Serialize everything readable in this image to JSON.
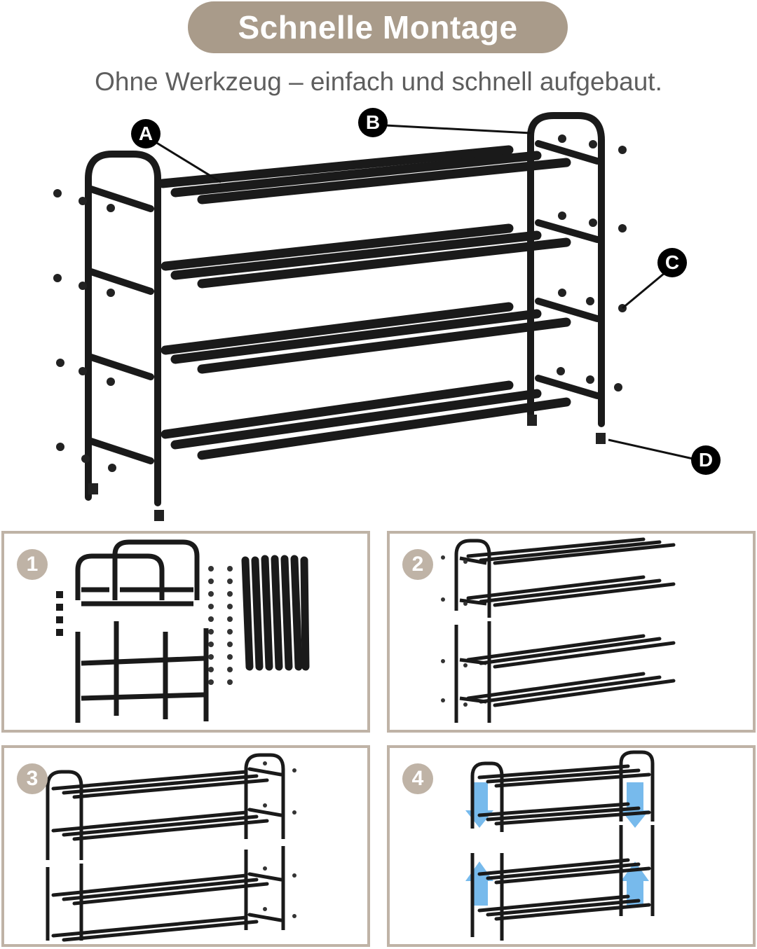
{
  "header": {
    "title": "Schnelle Montage",
    "subtitle": "Ohne Werkzeug – einfach und schnell aufgebaut."
  },
  "callouts": [
    "A",
    "B",
    "C",
    "D"
  ],
  "steps": [
    {
      "number": "1",
      "icon": "parts-kit-illustration"
    },
    {
      "number": "2",
      "icon": "insert-tubes-illustration"
    },
    {
      "number": "3",
      "icon": "attach-frames-illustration"
    },
    {
      "number": "4",
      "icon": "stack-tiers-illustration"
    }
  ],
  "colors": {
    "pill": "#a99b8a",
    "frame": "#bfb3a6",
    "metal": "#1a1a1a",
    "arrow": "#4aa3e6"
  }
}
